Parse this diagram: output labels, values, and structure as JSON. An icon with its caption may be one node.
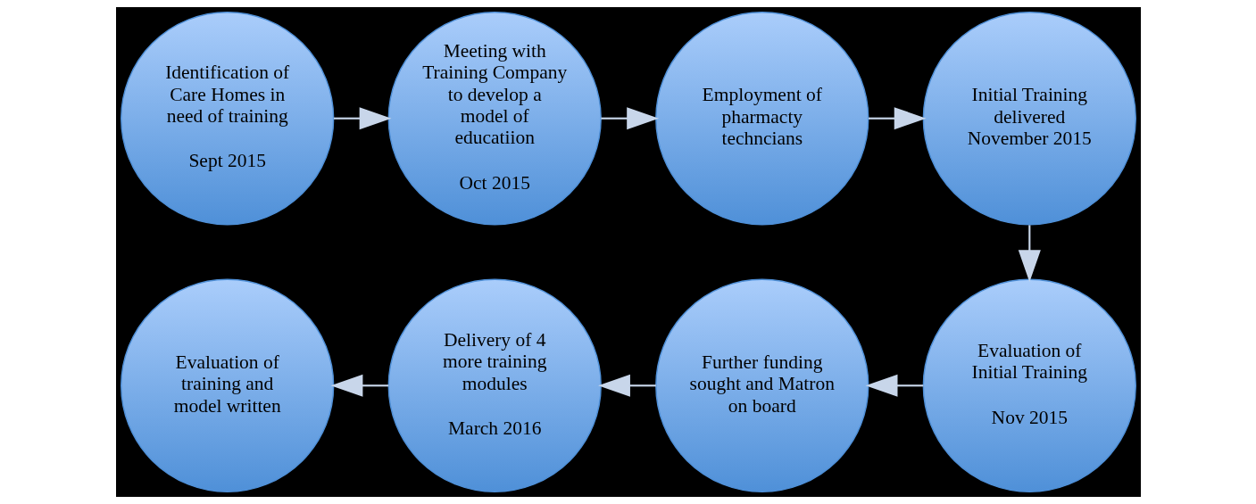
{
  "diagram": {
    "nodes": [
      {
        "text": [
          "Identification of Care Homes in need of training",
          "Sept 2015"
        ]
      },
      {
        "text": [
          "Meeting with Training Company to develop a model of educatiion",
          "Oct 2015"
        ]
      },
      {
        "text": [
          "Employment of pharmacty techncians"
        ]
      },
      {
        "text": [
          "Initial Training delivered November 2015"
        ]
      },
      {
        "text": [
          "Evaluation of Initial Training",
          "Nov 2015"
        ]
      },
      {
        "text": [
          "Further funding sought and Matron on board"
        ]
      },
      {
        "text": [
          "Delivery of 4 more training modules",
          "March 2016"
        ]
      },
      {
        "text": [
          "Evaluation of training and model written"
        ]
      }
    ],
    "edges": [
      {
        "from": 0,
        "to": 1,
        "arrow": "to"
      },
      {
        "from": 1,
        "to": 2,
        "arrow": "to"
      },
      {
        "from": 2,
        "to": 3,
        "arrow": "to"
      },
      {
        "from": 3,
        "to": 4,
        "arrow": "to"
      },
      {
        "from": 4,
        "to": 5,
        "arrow": "to"
      },
      {
        "from": 5,
        "to": 6,
        "arrow": "to"
      },
      {
        "from": 6,
        "to": 7,
        "arrow": "to"
      }
    ]
  }
}
